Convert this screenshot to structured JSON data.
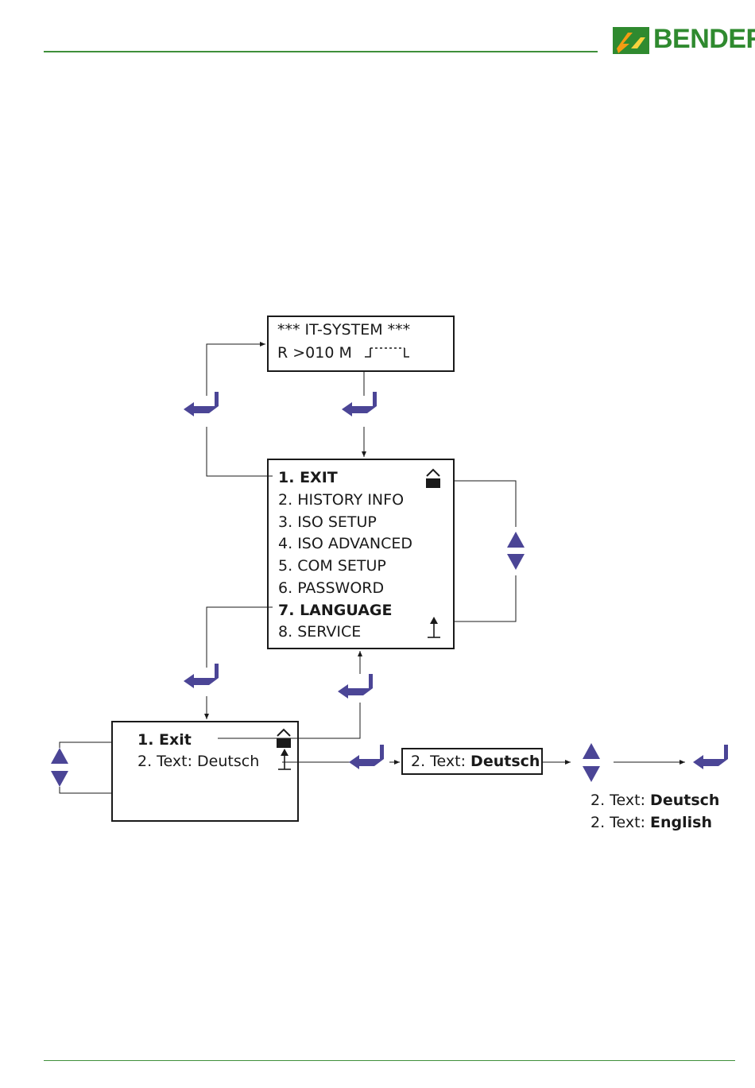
{
  "brand": {
    "name": "BENDER",
    "color": "#2f8a2f",
    "accent": "#f39c12"
  },
  "colors": {
    "key": "#4b4596",
    "lines": "#1a1a1a",
    "rule": "#3f8f3a"
  },
  "icons": [
    "enter-key-icon",
    "up-arrow-key-icon",
    "down-arrow-key-icon",
    "unlocked-padlock-icon",
    "up-arrow-marker-icon",
    "test-pulse-icon"
  ],
  "standby_display": {
    "line1": "*** IT-SYSTEM ***",
    "line2": "R >010 M"
  },
  "main_menu": {
    "items": [
      {
        "num": "1.",
        "label": "EXIT"
      },
      {
        "num": "2.",
        "label": "HISTORY INFO"
      },
      {
        "num": "3.",
        "label": "ISO SETUP"
      },
      {
        "num": "4.",
        "label": "ISO ADVANCED"
      },
      {
        "num": "5.",
        "label": "COM SETUP"
      },
      {
        "num": "6.",
        "label": "PASSWORD"
      },
      {
        "num": "7.",
        "label": "LANGUAGE"
      },
      {
        "num": "8.",
        "label": "SERVICE"
      }
    ]
  },
  "language_menu": {
    "item1": "1. Exit",
    "item2": "2. Text: Deutsch"
  },
  "edit_box": {
    "prefix": "2. Text:",
    "value": "Deutsch"
  },
  "options": [
    {
      "prefix": "2. Text:",
      "value": "Deutsch"
    },
    {
      "prefix": "2. Text:",
      "value": "English"
    }
  ]
}
